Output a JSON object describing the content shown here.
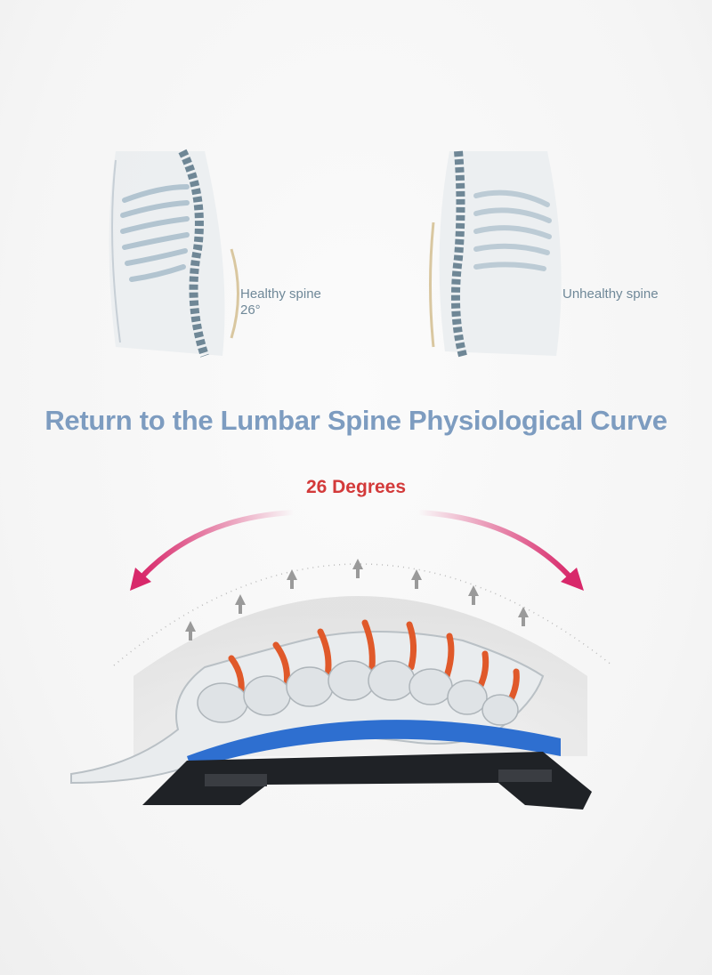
{
  "figures": {
    "healthy": {
      "label": "Healthy spine",
      "angle": "26°"
    },
    "unhealthy": {
      "label": "Unhealthy spine"
    }
  },
  "headline": "Return to the Lumbar Spine Physiological Curve",
  "arc_label": "26 Degrees",
  "colors": {
    "headline": "#7d9cc0",
    "arc_label": "#d33a3a",
    "arrow": "#d8286a",
    "disc": "#e0592a",
    "bone": "#e9ecee",
    "stretcher_blue": "#2e6fd0",
    "stretcher_base": "#1f2226"
  },
  "icons": [
    "healthy-spine-figure",
    "unhealthy-spine-figure",
    "curved-arrow-left-icon",
    "curved-arrow-right-icon",
    "up-arrow-icon",
    "lumbar-spine-illustration",
    "back-stretcher-device"
  ]
}
